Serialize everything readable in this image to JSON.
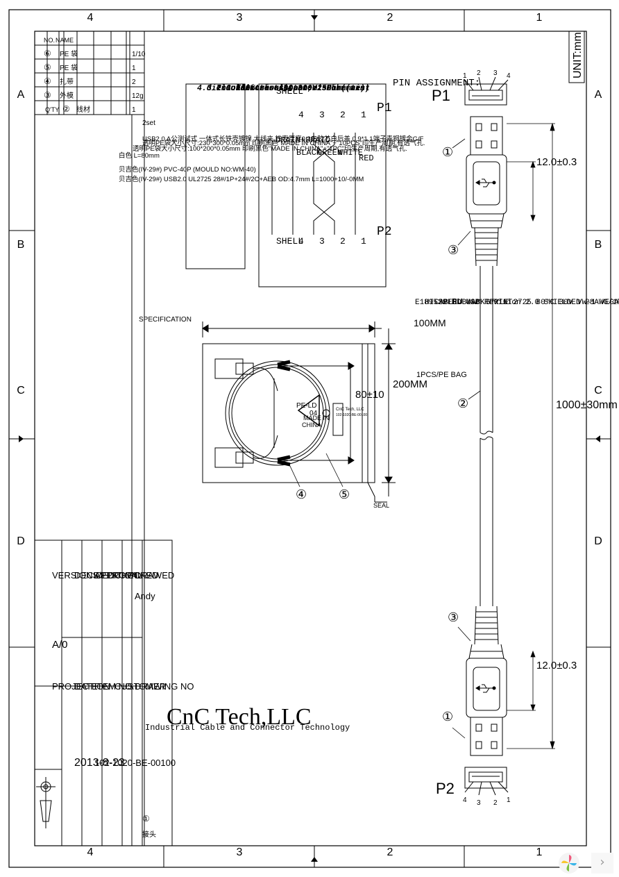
{
  "border": {
    "letters": [
      "A",
      "B",
      "C",
      "D"
    ],
    "numbers": [
      "4",
      "3",
      "2",
      "1"
    ]
  },
  "unit": "UNIT:mm",
  "pins": {
    "p1": "P1",
    "p2": "P2",
    "labels": [
      "1",
      "2",
      "3",
      "4"
    ]
  },
  "dimensions": {
    "plug_len": "12.0±0.3",
    "total_len": "1000±30mm",
    "bag_w": "200MM",
    "bag_h": "100MM",
    "coil": "80±10"
  },
  "balloons": [
    "①",
    "②",
    "③",
    "④",
    "⑤"
  ],
  "cable_print": [
    "CABLE BLACK PRINT",
    "HI-SPEED USB Revision 2.0 SHIELDED 28AWG/1P+24AWG/2C",
    "E189529 𝐑𝐔 AWM  STYLE 2725 80°C  30V VW-1 VEGA TECH"
  ],
  "pin_assignment": {
    "title": "PIN ASSIGNMENT:",
    "p1": "P1",
    "p2": "P2",
    "left": [
      "1",
      "2",
      "3",
      "4",
      "SHELL"
    ],
    "right": [
      "1",
      "2",
      "3",
      "4",
      "SHELL"
    ],
    "wires": [
      "RED",
      "WHITE",
      "GREEN",
      "BLACK",
      "DRAIN+BRAID"
    ]
  },
  "electrical": [
    "Electrical test:",
    "1.100% short,open,misuire test",
    "2.Conduct resistance:2 Ohm(max)",
    "3.Insulation resistance:5Mohm(min)",
    "4.dielectric test:DC 300V"
  ],
  "bag": {
    "label": "1PCS/PE BAG",
    "seal": "SEAL",
    "recycle_code": "04",
    "recycle_name": "PE-LD",
    "made_in": [
      "MADE IN",
      "CHINA"
    ],
    "tag": [
      "CnC Tech, LLC",
      "102-1020-BE-00100"
    ]
  },
  "spec": {
    "title": "SPECIFICATION",
    "headers": [
      "NO.",
      "NAME",
      "Q'TY"
    ],
    "rows": [
      {
        "no": "⑥",
        "name": "PE 袋",
        "qty": "1/10",
        "desc": "透明PE袋大小尺寸:230*300*0.05mm 印刷黑色\"MADE IN CHINA\"+\"10PCS\"印生产周期,有透气孔."
      },
      {
        "no": "⑤",
        "name": "PE 袋",
        "qty": "1",
        "desc": "透明PE袋大小尺寸:100*200*0.05mm 印刷黑色\"MADE IN CHINA\"+\"1PC\"印生产周期,有透气孔."
      },
      {
        "no": "④",
        "name": "扎带",
        "qty": "2",
        "desc": "白色 L=80mm"
      },
      {
        "no": "③",
        "name": "外模",
        "qty": "12g",
        "desc": "贝吉色(IV-29#) PVC-40P (MOULD NO:WM-40)"
      },
      {
        "no": "②",
        "name": "线材",
        "qty": "1",
        "desc": "贝吉色(IV-29#) USB2.0 UL2725 28#/1P+24#/2C+AEB OD:4.7mm L=1000+10/-0MM"
      },
      {
        "no": "①",
        "name": "接头",
        "qty": "2set",
        "desc": "USB2.0 A公测试式 一体式长铁壳镀镍 大线夹,铁壳厚度0.3白胶芯白后盖,0.9*1.1端子青铜镀金G/F"
      }
    ]
  },
  "title_block": {
    "company": "CnC Tech,LLC",
    "subtitle": "Industrial Cable and Connector Technology",
    "drawed": "DRAWED",
    "drawer": "Andy",
    "drawing_no": "DRAWING NO",
    "checked": "CHECKED",
    "customer": "CUSTOMER",
    "approval": "APPROVAL",
    "item_no": "ITEM NO.",
    "item_no_val": "102-1020-BE-00100",
    "decided": "DECIDED",
    "date": "DATE",
    "date_val": "2013-8-23",
    "version": "VERSIONS/EDITION",
    "version_val": "A/0",
    "projection": "PROJECTION"
  },
  "viewer_next": "›"
}
